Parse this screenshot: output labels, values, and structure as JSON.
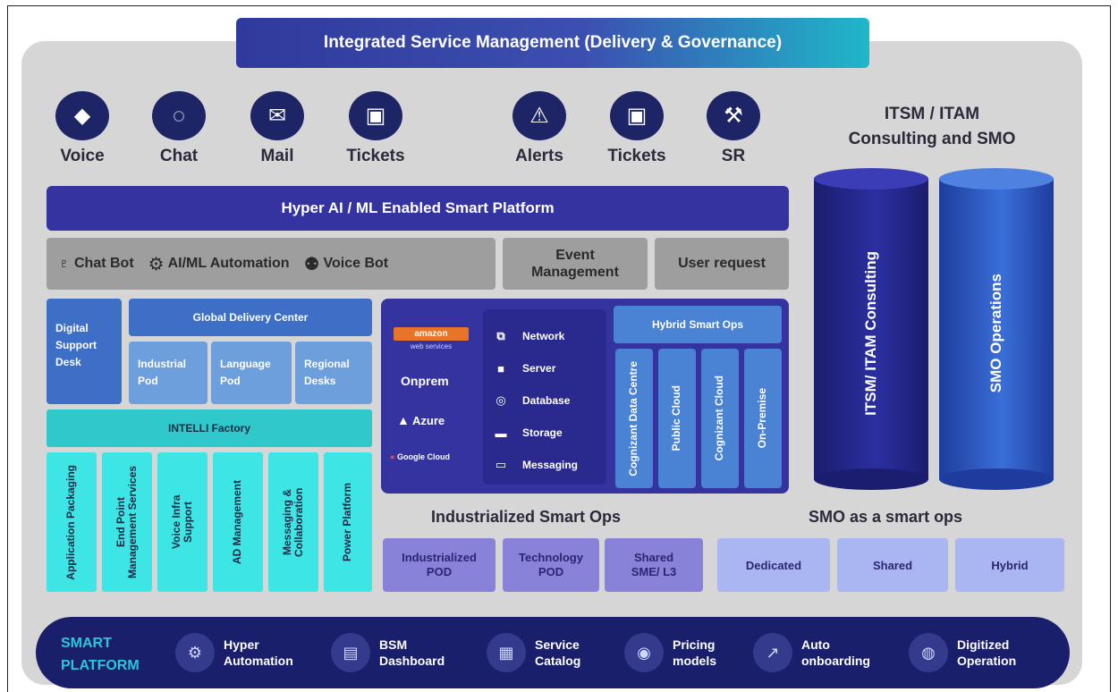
{
  "title": "Integrated Service Management (Delivery & Governance)",
  "channels": [
    {
      "icon": "voice-icon",
      "glyph": "◆",
      "label": "Voice"
    },
    {
      "icon": "chat-icon",
      "glyph": "◌",
      "label": "Chat"
    },
    {
      "icon": "mail-icon",
      "glyph": "✉",
      "label": "Mail"
    },
    {
      "icon": "ticket-icon",
      "glyph": "▣",
      "label": "Tickets"
    },
    {
      "icon": "alert-icon",
      "glyph": "⚠",
      "label": "Alerts"
    },
    {
      "icon": "ticket-icon",
      "glyph": "▣",
      "label": "Tickets"
    },
    {
      "icon": "wrench-icon",
      "glyph": "⚒",
      "label": "SR"
    }
  ],
  "platform_bar": "Hyper AI / ML Enabled Smart Platform",
  "bots": [
    {
      "icon": "chatbot-icon",
      "glyph": "♇",
      "label": "Chat Bot"
    },
    {
      "icon": "automation-icon",
      "glyph": "⚙",
      "label": "AI/ML Automation"
    },
    {
      "icon": "voicebot-icon",
      "glyph": "⚉",
      "label": "Voice Bot"
    }
  ],
  "event_management": "Event Management",
  "user_request": "User request",
  "digital_support_desk": "Digital Support Desk",
  "global_delivery_center": "Global Delivery Center",
  "pods": [
    "Industrial Pod",
    "Language Pod",
    "Regional Desks"
  ],
  "intelli_factory": "INTELLI Factory",
  "services": [
    "Application Packaging",
    "End Point Management Services",
    "Voice Infra Support",
    "AD Management",
    "Messaging & Collaboration",
    "Power Platform"
  ],
  "cloud": {
    "amazon_top": "amazon",
    "amazon_sub": "web services",
    "onprem": "Onprem",
    "azure": "Azure",
    "google": "Google Cloud"
  },
  "resources": [
    {
      "icon": "network-icon",
      "glyph": "⧉",
      "label": "Network"
    },
    {
      "icon": "server-icon",
      "glyph": "■",
      "label": "Server"
    },
    {
      "icon": "database-icon",
      "glyph": "◎",
      "label": "Database"
    },
    {
      "icon": "storage-icon",
      "glyph": "▬",
      "label": "Storage"
    },
    {
      "icon": "messaging-icon",
      "glyph": "▭",
      "label": "Messaging"
    }
  ],
  "hybrid_title": "Hybrid Smart Ops",
  "hybrid_items": [
    "Cognizant Data Centre",
    "Public Cloud",
    "Cognizant Cloud",
    "On-Premise"
  ],
  "industrialized_title": "Industrialized Smart Ops",
  "industrialized_items": [
    "Industrialized POD",
    "Technology POD",
    "Shared SME/ L3"
  ],
  "smo_title": "SMO as a smart ops",
  "smo_items": [
    "Dedicated",
    "Shared",
    "Hybrid"
  ],
  "itsm_title_line1": "ITSM / ITAM",
  "itsm_title_line2": "Consulting and SMO",
  "cylinders": [
    "ITSM/ ITAM Consulting",
    "SMO Operations"
  ],
  "smart_platform": {
    "line1": "SMART",
    "line2": "PLATFORM"
  },
  "bottom_items": [
    {
      "icon": "automation-icon",
      "glyph": "⚙",
      "line1": "Hyper",
      "line2": "Automation"
    },
    {
      "icon": "dashboard-icon",
      "glyph": "▤",
      "line1": "BSM",
      "line2": "Dashboard"
    },
    {
      "icon": "catalog-icon",
      "glyph": "▦",
      "line1": "Service",
      "line2": "Catalog"
    },
    {
      "icon": "pricing-icon",
      "glyph": "◉",
      "line1": "Pricing",
      "line2": "models"
    },
    {
      "icon": "onboarding-icon",
      "glyph": "↗",
      "line1": "Auto",
      "line2": "onboarding"
    },
    {
      "icon": "digitized-icon",
      "glyph": "◍",
      "line1": "Digitized",
      "line2": "Operation"
    }
  ]
}
